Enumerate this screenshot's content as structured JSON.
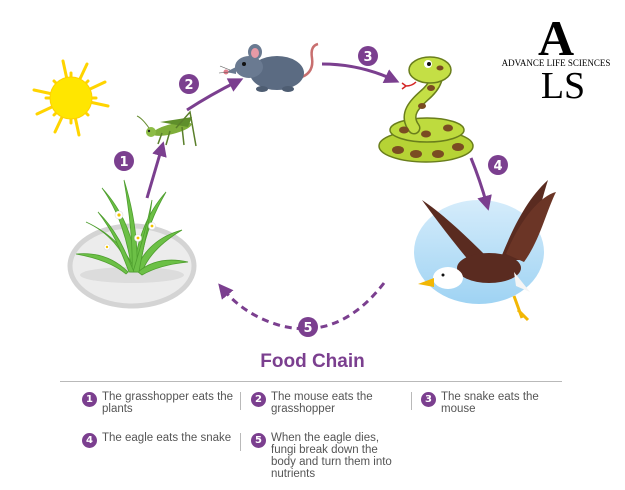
{
  "title": "Food Chain",
  "logo": {
    "big_letters_top": "A",
    "big_letters_bottom": "LS",
    "name": "ADVANCE LIFE SCIENCES"
  },
  "steps": [
    {
      "number": "1",
      "text": "The grasshopper eats the plants"
    },
    {
      "number": "2",
      "text": "The mouse eats the grasshopper"
    },
    {
      "number": "3",
      "text": "The snake eats the mouse"
    },
    {
      "number": "4",
      "text": "The eagle eats the snake"
    },
    {
      "number": "5",
      "text": "When the eagle dies, fungi break down the body and turn them into nutrients"
    }
  ],
  "organisms": [
    "sun-icon",
    "grass-icon",
    "grasshopper-icon",
    "mouse-icon",
    "snake-icon",
    "eagle-icon"
  ],
  "colors": {
    "accent": "#7b3f8f",
    "sun": "#ffe600",
    "snake": "#b6d335",
    "mouse": "#5b6b82",
    "eagle": "#5a2b20"
  }
}
